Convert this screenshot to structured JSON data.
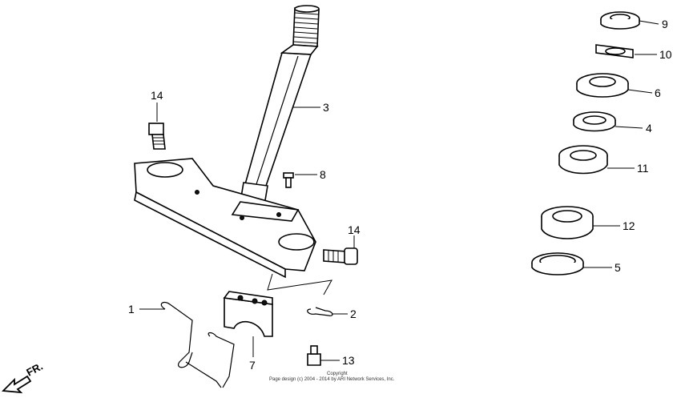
{
  "callouts": {
    "c1": "1",
    "c2": "2",
    "c3": "3",
    "c4": "4",
    "c5": "5",
    "c6": "6",
    "c7": "7",
    "c8": "8",
    "c9": "9",
    "c10": "10",
    "c11": "11",
    "c12": "12",
    "c13": "13",
    "c14a": "14",
    "c14b": "14"
  },
  "direction_label": "FR.",
  "copyright": {
    "line1": "Copyright",
    "line2": "Page design (c) 2004 - 2014 by ARI Network Services, Inc."
  }
}
